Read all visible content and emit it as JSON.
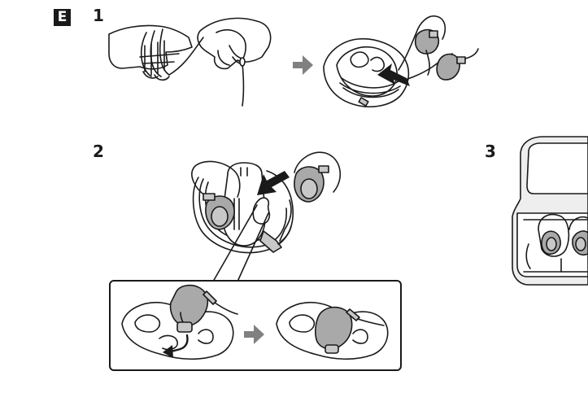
{
  "section_label": "E",
  "steps": [
    {
      "number": "1"
    },
    {
      "number": "2"
    },
    {
      "number": "3"
    }
  ],
  "colors": {
    "line": "#1a1a1a",
    "earpiece_fill": "#a9a9a9",
    "earpiece_fill_light": "#c8c8c8",
    "arrow_gray": "#808080",
    "case_fill": "#eeeeee"
  }
}
